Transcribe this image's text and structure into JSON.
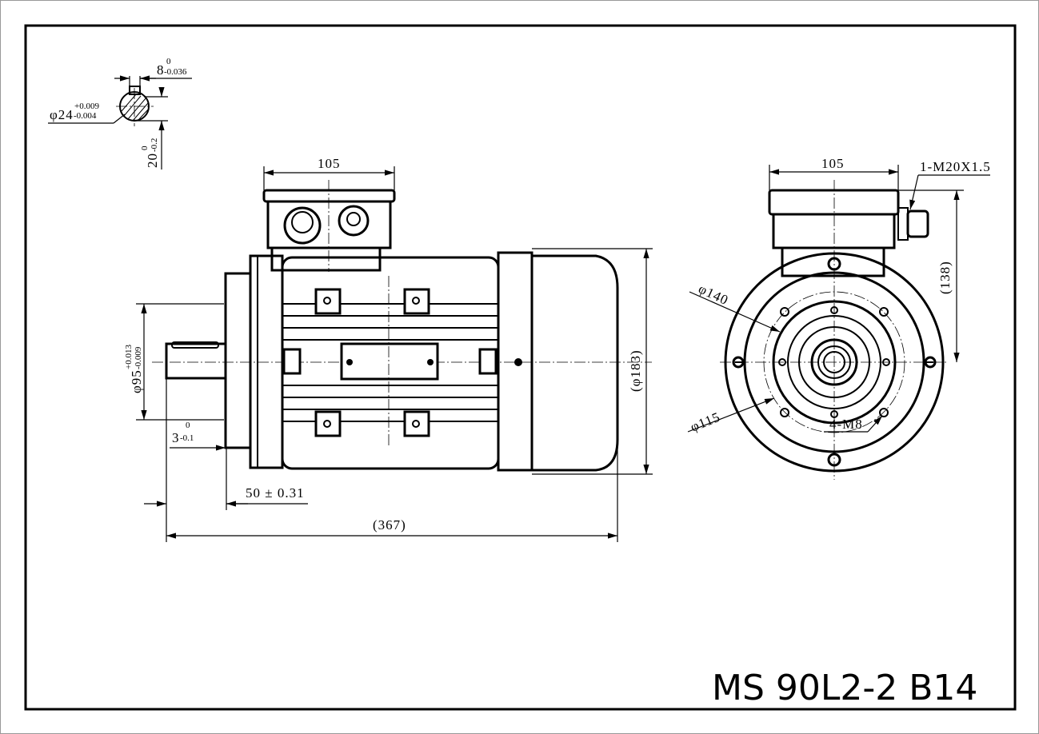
{
  "title": "MS 90L2-2 B14",
  "key_detail": {
    "key_width": "8",
    "key_width_upper": "0",
    "key_width_lower": "-0.036",
    "shaft_dia": "φ24",
    "shaft_dia_upper": "+0.009",
    "shaft_dia_lower": "-0.004",
    "key_height": "20",
    "key_height_upper": "0",
    "key_height_lower": "-0.2"
  },
  "side_view": {
    "terminal_box_width": "105",
    "flange_dia": "φ95",
    "flange_dia_upper": "+0.013",
    "flange_dia_lower": "-0.009",
    "spigot": "3",
    "spigot_upper": "0",
    "spigot_lower": "-0.1",
    "shaft_length": "50 ± 0.31",
    "overall_length": "(367)",
    "overall_height": "(φ183)"
  },
  "front_view": {
    "terminal_box_width": "105",
    "cable_gland": "1-M20X1.5",
    "box_height": "(138)",
    "pitch_circle_outer": "φ140",
    "pitch_circle_inner": "φ115",
    "threaded_holes": "4-M8"
  }
}
